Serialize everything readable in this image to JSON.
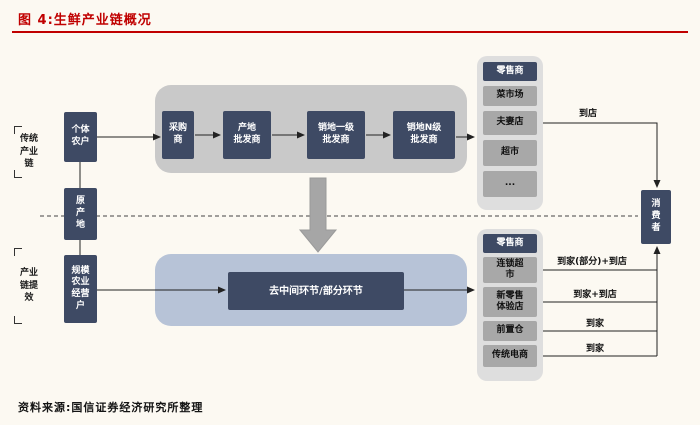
{
  "figure": {
    "title": "图 4:生鲜产业链概况",
    "source": "资料来源:国信证券经济研究所整理"
  },
  "colors": {
    "accent_red": "#c00000",
    "navy_box": "#3e4a64",
    "gray_container": "#c9c9c9",
    "blue_container": "#b7c3d7",
    "retail_container": "#dedede",
    "retail_item_gray": "#a8a8a8",
    "background": "#fcf9f2"
  },
  "diagram": {
    "left_labels": [
      "传统\n产业\n链",
      "产业\n链提\n效"
    ],
    "producers": [
      "个体\n农户",
      "原\n产\n地",
      "规模\n农业\n经营\n户"
    ],
    "traditional_chain": [
      "采购\n商",
      "产地\n批发商",
      "销地一级\n批发商",
      "销地N级\n批发商"
    ],
    "efficiency_box": "去中间环节/部分环节",
    "retail_top": {
      "header": "零售商",
      "items": [
        "菜市场",
        "夫妻店",
        "超市",
        "..."
      ]
    },
    "retail_bottom": {
      "header": "零售商",
      "items": [
        "连锁超\n市",
        "新零售\n体验店",
        "前置仓",
        "传统电商"
      ]
    },
    "consumer": "消\n费\n者",
    "flow_labels": [
      "到店",
      "到家(部分)+到店",
      "到家+到店",
      "到家",
      "到家"
    ]
  }
}
